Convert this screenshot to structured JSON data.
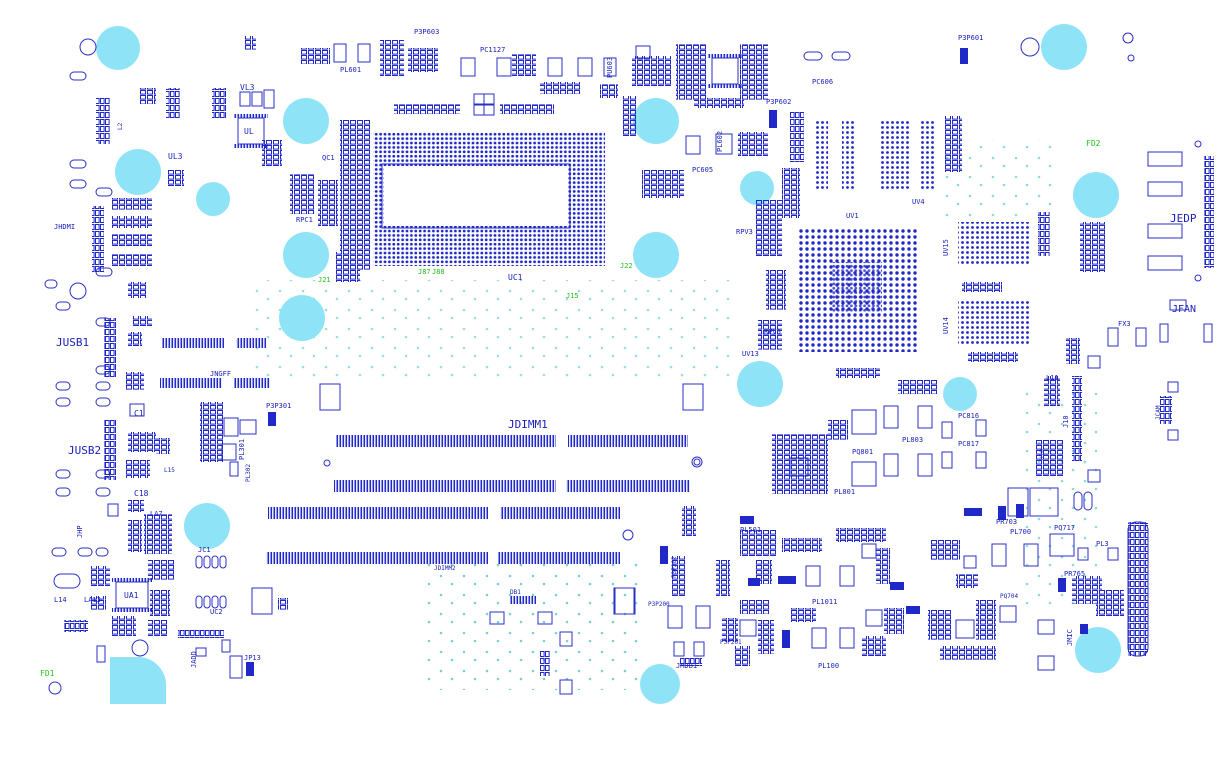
{
  "view": {
    "title": "PCB component placement layout",
    "colors": {
      "component": "#1b22b8",
      "net_label": "#22c21e",
      "highlight_bubble": "#8fe3f7",
      "via": "#22b3b3",
      "background": "#ffffff"
    }
  },
  "labels": {
    "jhdmi": "JHDMI",
    "jusb1": "JUSB1",
    "jusb2": "JUSB2",
    "jhp": "JHP",
    "ul3": "UL3",
    "ul": "UL",
    "vl3": "VL3",
    "pl601": "PL601",
    "p3p603": "P3P603",
    "pc1127": "PC1127",
    "pc606": "PC606",
    "pc605": "PC605",
    "p3p602": "P3P602",
    "p3p601": "P3P601",
    "pl602": "PL602",
    "pu603": "PU603",
    "qc1": "QC1",
    "rpc1": "RPC1",
    "uc1": "UC1",
    "jngff": "JNGFF",
    "p3p301": "P3P301",
    "pl301": "PL301",
    "jdimm1": "JDIMM1",
    "jdimm2": "JDIMM2",
    "c1": "C1",
    "c18": "C18",
    "ua1": "UA1",
    "jc1": "JC1",
    "uc2": "UC2",
    "jp13": "JP13",
    "fd1": "FD1",
    "fd2": "FD2",
    "la7": "LA7",
    "jedp": "JEDP",
    "jfan": "JFAN",
    "uv1": "UV1",
    "uv4": "UV4",
    "uv13": "UV13",
    "uv14": "UV14",
    "uv15": "UV15",
    "rpv3": "RPV3",
    "rpv6": "RPV6",
    "pl803": "PL803",
    "pc816": "PC816",
    "pc817": "PC817",
    "pq801": "PQ801",
    "pl801": "PL801",
    "pl700": "PL700",
    "pq717": "PQ717",
    "pl3": "PL3",
    "pr765": "PR765",
    "pr703": "PR703",
    "pq704": "PQ704",
    "pl501": "PL501",
    "pl100": "PL100",
    "pl1011": "PL1011",
    "p3p201": "P3P201",
    "p3p202": "P3P202",
    "p3p200": "P3P200",
    "jmdb1": "JMDB1",
    "db1": "DB1",
    "l11": "L11",
    "fx3": "FX3",
    "u10": "U10",
    "j10": "J10",
    "jmic": "JMIC",
    "l14": "L14",
    "la13": "LA13",
    "jadd": "JADD",
    "jcam": "JCAM",
    "pl302": "PL302",
    "l2": "L2",
    "l15": "L15",
    "j87": "J87",
    "j88": "J88",
    "j15": "J15",
    "j22": "J22",
    "j21": "J21"
  }
}
